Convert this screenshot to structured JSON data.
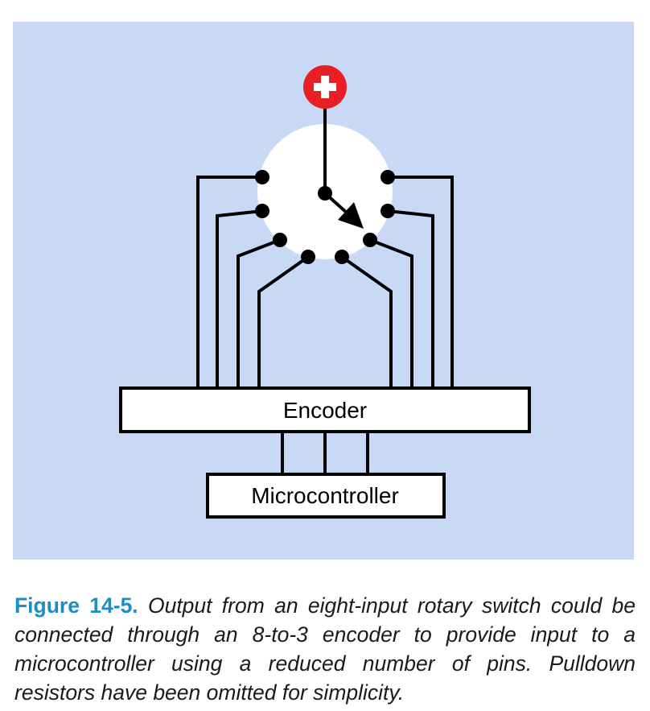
{
  "diagram": {
    "colors": {
      "background": "#c8d9f5",
      "wire": "#000000",
      "rotor": "#ffffff",
      "plus_circle": "#e81e25",
      "plus_sign": "#ffffff"
    },
    "power_icon": "plus-icon",
    "encoder_label": "Encoder",
    "microcontroller_label": "Microcontroller"
  },
  "caption": {
    "label": "Figure 14-5.",
    "text": "Output from an eight-input rotary switch could be connected through an 8-to-3 encoder to provide input to a microcontroller using a reduced number of pins. Pulldown resistors have been omitted for simplicity."
  }
}
